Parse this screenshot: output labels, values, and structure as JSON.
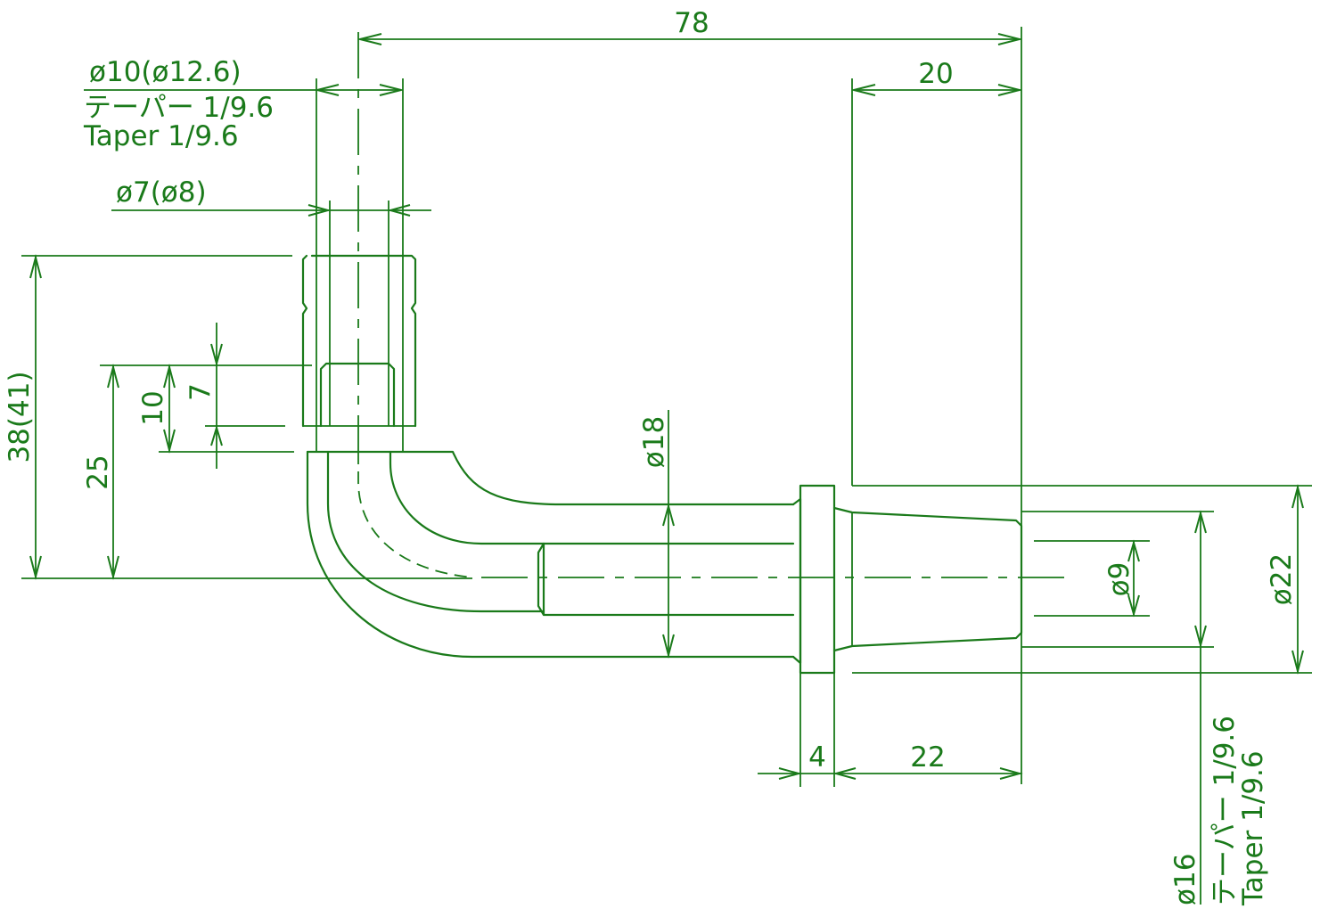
{
  "colors": {
    "line": "#1a7a1a",
    "background": "#ffffff"
  },
  "dimensions": {
    "overall_length": "78",
    "tip_taper_length": "20",
    "upper_bore_dia": "ø10(ø12.6)",
    "upper_taper_ja": "テーパー 1/9.6",
    "upper_taper_en": "Taper 1/9.6",
    "upper_inner_dia": "ø7(ø8)",
    "vertical_total": "38(41)",
    "vertical_to_shoulder": "25",
    "socket_depth": "10",
    "socket_inner": "7",
    "body_dia": "ø18",
    "bore_dia": "ø9",
    "flange_dia": "ø22",
    "flange_thickness": "4",
    "spigot_length": "22",
    "spigot_dia": "ø16",
    "lower_taper_ja": "テーパー 1/9.6",
    "lower_taper_en": "Taper 1/9.6"
  }
}
